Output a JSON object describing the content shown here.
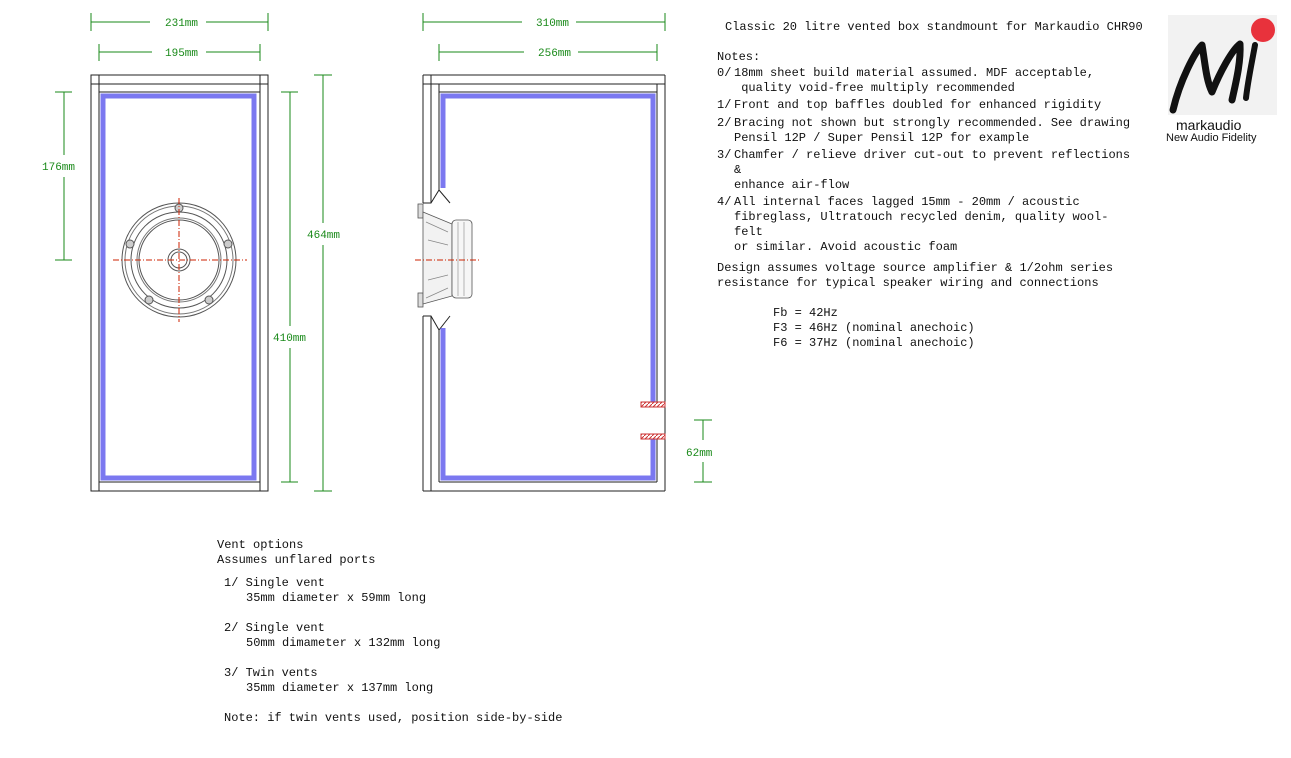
{
  "title": "Classic 20 litre vented box standmount for Markaudio CHR90",
  "dimensions": {
    "front_outer_width": "231mm",
    "front_inner_width": "195mm",
    "driver_height": "176mm",
    "outer_height": "464mm",
    "inner_height": "410mm",
    "side_outer_depth": "310mm",
    "side_inner_depth": "256mm",
    "vent_height": "62mm"
  },
  "notes": {
    "heading": "Notes:",
    "items": [
      {
        "num": "0/",
        "text": "18mm sheet build material assumed. MDF acceptable,\n quality void-free multiply recommended"
      },
      {
        "num": "1/",
        "text": "Front and top baffles doubled for enhanced rigidity"
      },
      {
        "num": "2/",
        "text": "Bracing not shown but strongly recommended. See drawing\nPensil 12P / Super Pensil 12P for example"
      },
      {
        "num": "3/",
        "text": "Chamfer / relieve driver cut-out to prevent reflections &\nenhance air-flow"
      },
      {
        "num": "4/",
        "text": "All internal faces lagged 15mm - 20mm / acoustic\nfibreglass, Ultratouch recycled denim, quality wool-felt\nor similar. Avoid acoustic foam"
      }
    ]
  },
  "design": {
    "line1": "Design assumes voltage source amplifier & 1/2ohm series",
    "line2": "resistance for typical speaker wiring and connections",
    "fb": "Fb = 42Hz",
    "f3": "F3 = 46Hz (nominal anechoic)",
    "f6": "F6 = 37Hz (nominal anechoic)"
  },
  "vents": {
    "heading1": "Vent options",
    "heading2": "Assumes unflared ports",
    "options": [
      {
        "label": "1/ Single vent",
        "detail": "35mm diameter x 59mm long"
      },
      {
        "label": "2/ Single vent",
        "detail": "50mm dimameter x 132mm long"
      },
      {
        "label": "3/ Twin vents",
        "detail": "35mm diameter x 137mm long"
      }
    ],
    "note": "Note: if twin vents used, position side-by-side"
  },
  "logo": {
    "brand": "markaudio",
    "tagline": "New Audio Fidelity",
    "dot_color": "#e8323c"
  },
  "colors": {
    "lagging": "#7b78f0",
    "dimension": "#1a8a1a",
    "centerline": "#cc2200",
    "vent": "#cc3333"
  }
}
